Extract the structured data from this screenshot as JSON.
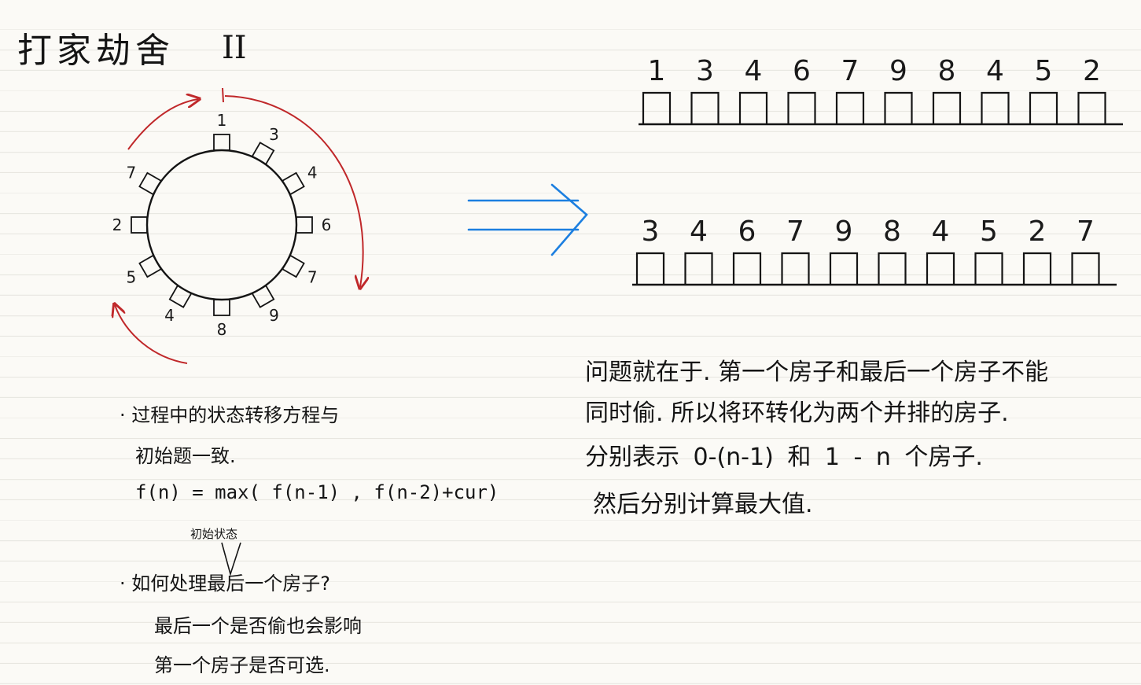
{
  "title": "打家劫舍",
  "title_suffix": "II",
  "circle": {
    "houses": [
      "1",
      "3",
      "4",
      "6",
      "7",
      "9",
      "8",
      "4",
      "5",
      "2",
      "7"
    ]
  },
  "row_top": [
    "1",
    "3",
    "4",
    "6",
    "7",
    "9",
    "8",
    "4",
    "5",
    "2"
  ],
  "row_bottom": [
    "3",
    "4",
    "6",
    "7",
    "9",
    "8",
    "4",
    "5",
    "2",
    "7"
  ],
  "notes_left": {
    "bullet1_line1": "· 过程中的状态转移方程与",
    "bullet1_line2": "初始题一致.",
    "formula": "f(n) = max( f(n-1) , f(n-2)+cur)",
    "caret_note": "初始状态",
    "bullet2_line1": "· 如何处理最后一个房子?",
    "bullet2_line2": "最后一个是否偷也会影响",
    "bullet2_line3": "第一个房子是否可选."
  },
  "notes_right": {
    "line1": "问题就在于. 第一个房子和最后一个房子不能",
    "line2": "同时偷. 所以将环转化为两个并排的房子.",
    "line3": "分别表示   0-(n-1)   和   1 - n  个房子.",
    "line4": "然后分别计算最大值."
  },
  "colors": {
    "ink": "#141414",
    "arrow_red": "#c0282a",
    "arrow_blue": "#1c7fe0",
    "line": "#e7e6e0",
    "paper": "#fbfaf6"
  }
}
